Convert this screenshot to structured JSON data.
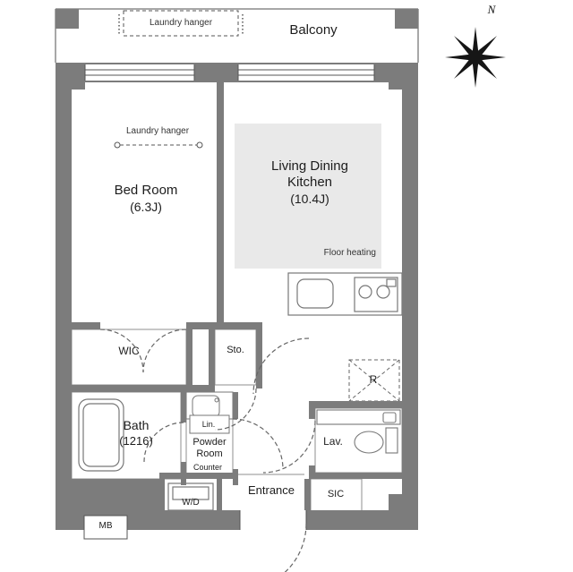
{
  "compass": {
    "north": "N"
  },
  "balcony": {
    "label": "Balcony",
    "laundry_hanger": "Laundry hanger"
  },
  "bedroom": {
    "name": "Bed Room",
    "size": "(6.3J)",
    "laundry_hanger": "Laundry hanger"
  },
  "ldk": {
    "line1": "Living Dining",
    "line2": "Kitchen",
    "size": "(10.4J)",
    "floor_heating": "Floor heating"
  },
  "rooms": {
    "wic": "WIC",
    "storage": "Sto.",
    "bath_name": "Bath",
    "bath_size": "(1216)",
    "linen": "Lin.",
    "powder_line1": "Powder",
    "powder_line2": "Room",
    "counter": "Counter",
    "washer_dryer": "W/D",
    "entrance": "Entrance",
    "sic": "SIC",
    "lavatory": "Lav.",
    "refrigerator": "R",
    "meter_box": "MB"
  },
  "colors": {
    "wall": "#7c7c7c",
    "thin_line": "#666666",
    "floor_heating_fill": "#e9e9e9",
    "compass": "#161616"
  }
}
